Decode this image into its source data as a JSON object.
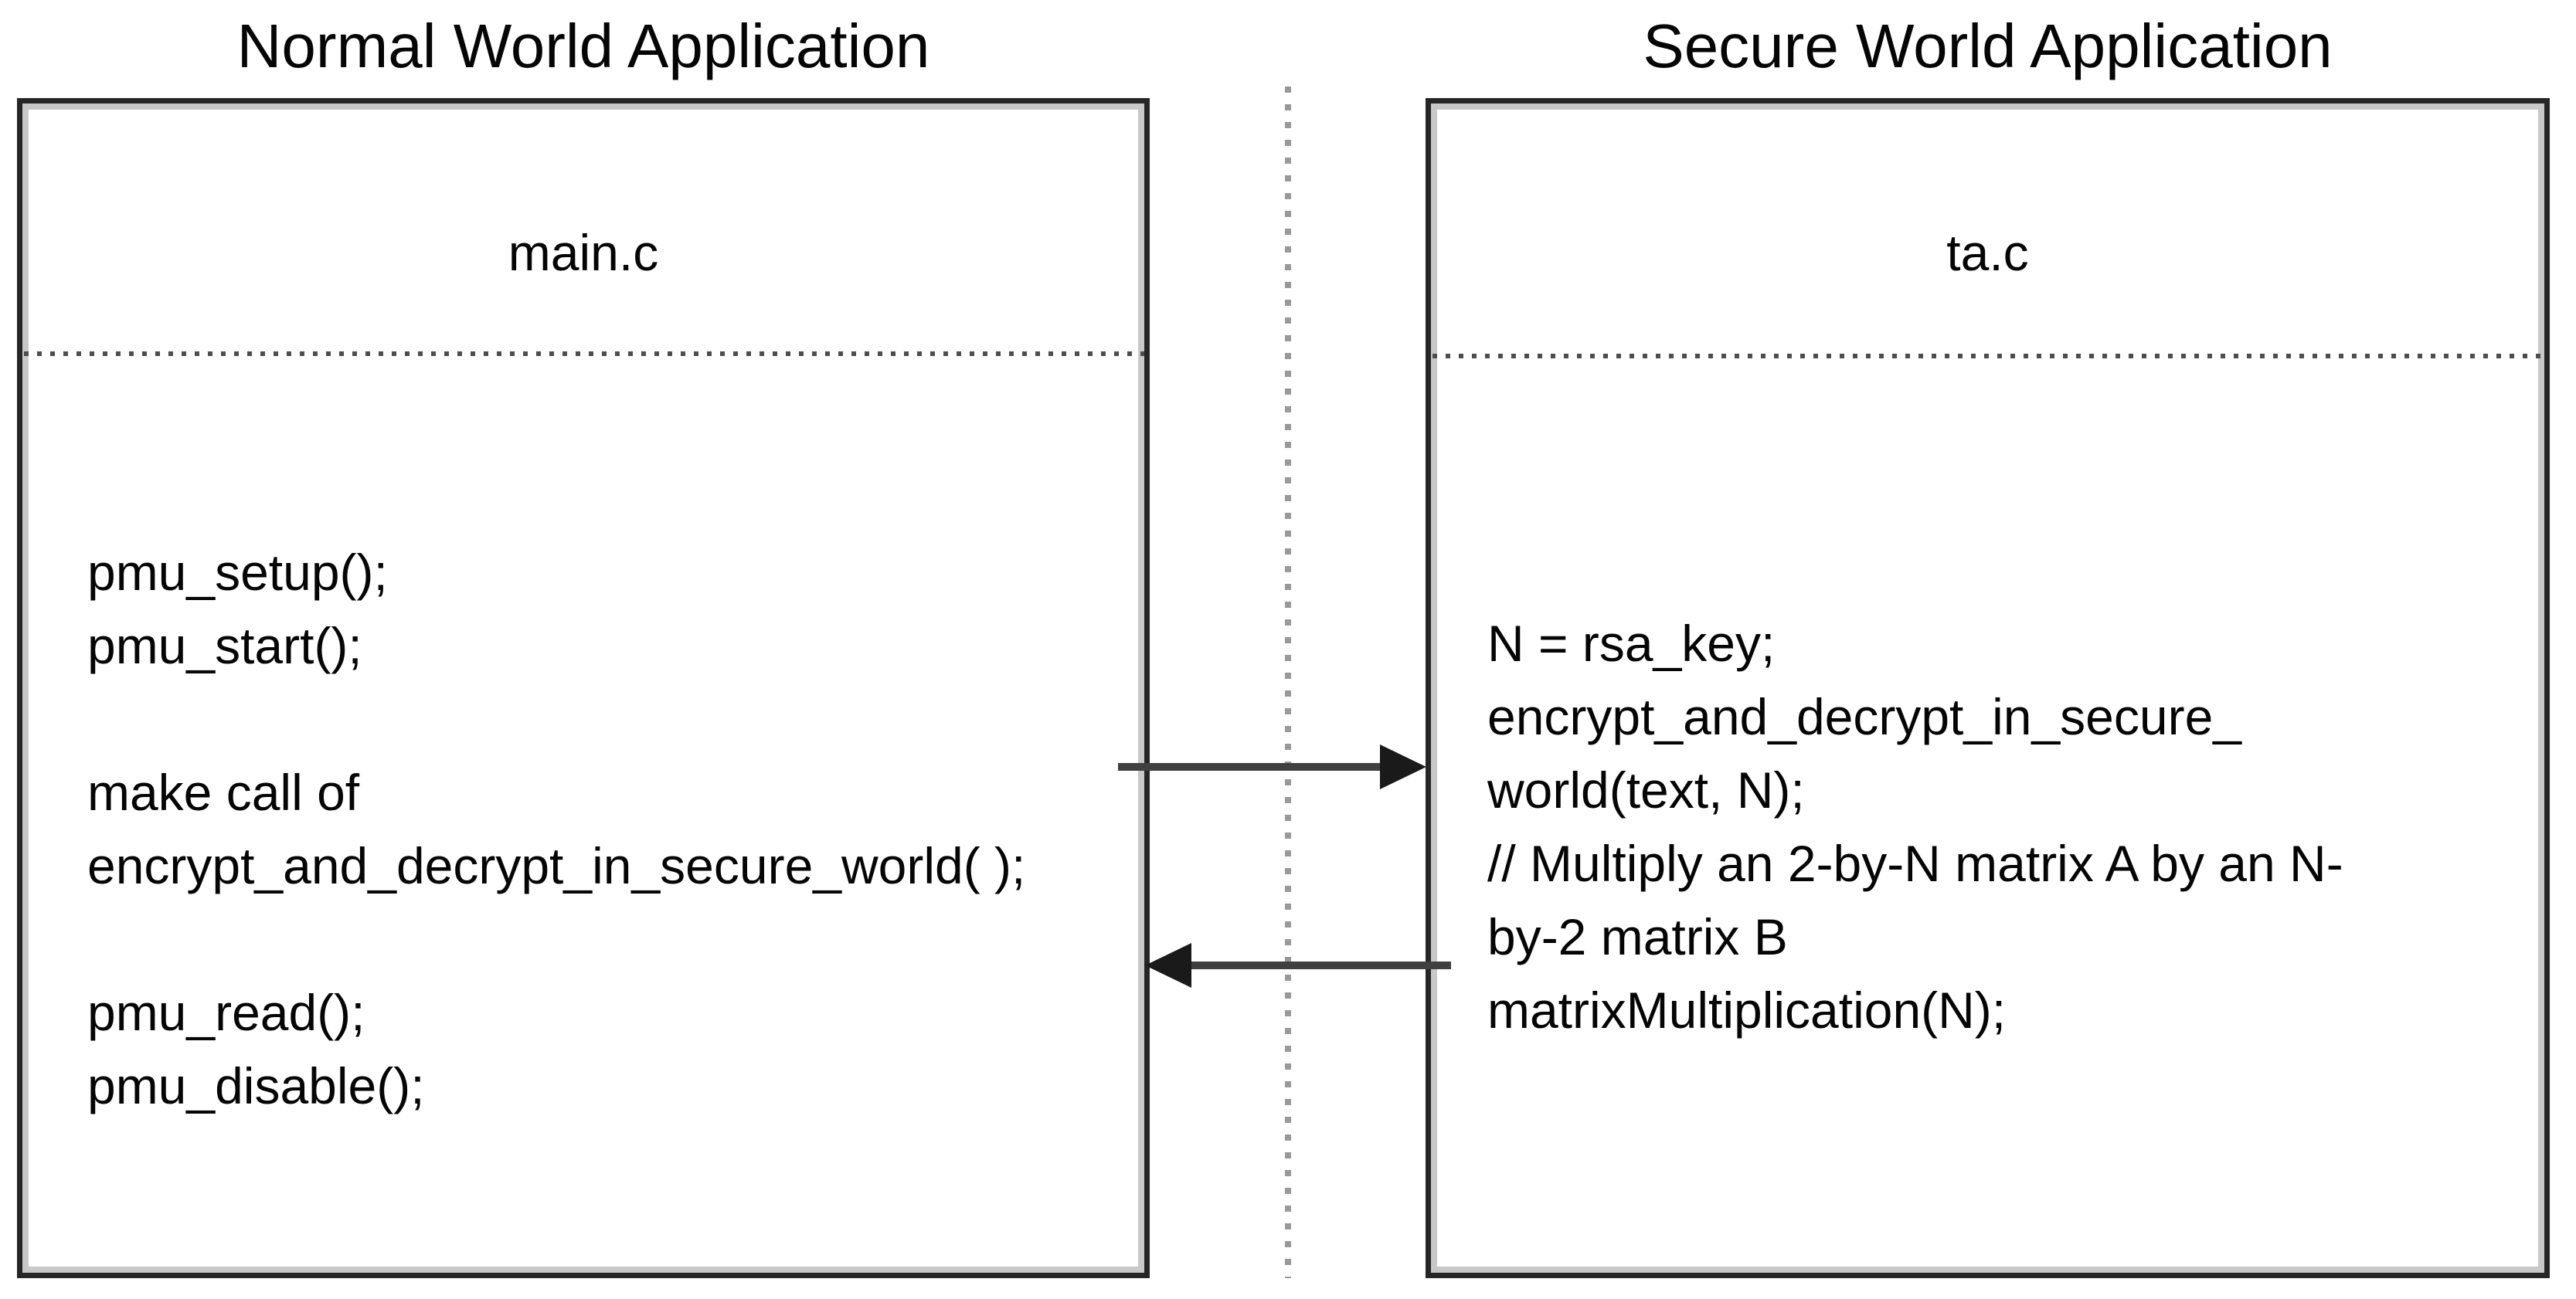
{
  "diagram": {
    "left_panel": {
      "title": "Normal World Application",
      "file_label": "main.c",
      "code_lines": [
        "pmu_setup();",
        "pmu_start();",
        "",
        "make call of",
        "encrypt_and_decrypt_in_secure_world( );",
        "",
        "pmu_read();",
        "pmu_disable();"
      ]
    },
    "right_panel": {
      "title": "Secure World Application",
      "file_label": "ta.c",
      "code_lines": [
        "N = rsa_key;",
        "encrypt_and_decrypt_in_secure_",
        "world(text, N);",
        "// Multiply an 2-by-N matrix A by an N-",
        "by-2 matrix B",
        "matrixMultiplication(N);"
      ]
    },
    "arrows": [
      {
        "name": "call-arrow",
        "direction": "left-to-right"
      },
      {
        "name": "return-arrow",
        "direction": "right-to-left"
      }
    ],
    "colors": {
      "background": "#ffffff",
      "text": "#050505",
      "box_border": "#262626",
      "box_inner_shadow": "#9b9b9b",
      "separator_dots": "#4d4d4d",
      "world_divider_dots": "#999999",
      "arrow_line": "#404040",
      "arrow_head": "#1a1a1a"
    }
  }
}
